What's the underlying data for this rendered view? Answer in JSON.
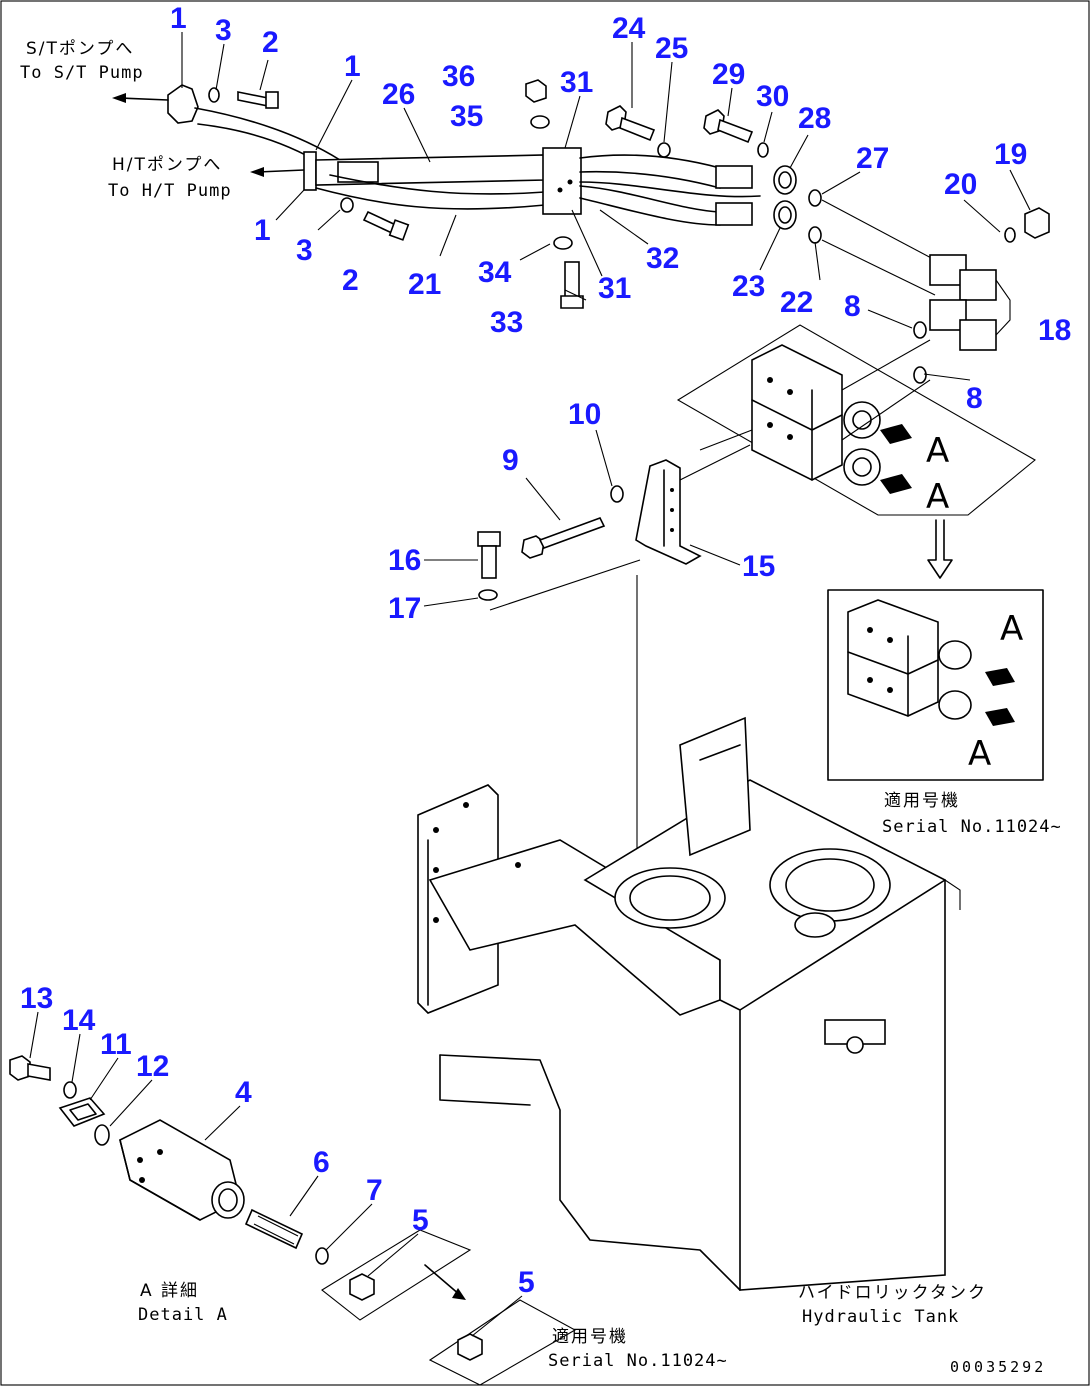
{
  "callouts": [
    {
      "label": "1"
    },
    {
      "label": "3"
    },
    {
      "label": "2"
    },
    {
      "label": "1"
    },
    {
      "label": "26"
    },
    {
      "label": "36"
    },
    {
      "label": "31"
    },
    {
      "label": "35"
    },
    {
      "label": "24"
    },
    {
      "label": "25"
    },
    {
      "label": "29"
    },
    {
      "label": "30"
    },
    {
      "label": "28"
    },
    {
      "label": "27"
    },
    {
      "label": "19"
    },
    {
      "label": "20"
    },
    {
      "label": "1"
    },
    {
      "label": "3"
    },
    {
      "label": "2"
    },
    {
      "label": "21"
    },
    {
      "label": "34"
    },
    {
      "label": "31"
    },
    {
      "label": "32"
    },
    {
      "label": "33"
    },
    {
      "label": "23"
    },
    {
      "label": "22"
    },
    {
      "label": "8"
    },
    {
      "label": "18"
    },
    {
      "label": "8"
    },
    {
      "label": "10"
    },
    {
      "label": "9"
    },
    {
      "label": "16"
    },
    {
      "label": "15"
    },
    {
      "label": "17"
    },
    {
      "label": "13"
    },
    {
      "label": "14"
    },
    {
      "label": "11"
    },
    {
      "label": "12"
    },
    {
      "label": "4"
    },
    {
      "label": "6"
    },
    {
      "label": "7"
    },
    {
      "label": "5"
    },
    {
      "label": "5"
    }
  ],
  "labels": {
    "st_pump_jp": "S/Tポンプへ",
    "st_pump_en": "To S/T Pump",
    "ht_pump_jp": "H/Tポンプへ",
    "ht_pump_en": "To H/T Pump",
    "serial_upper_jp": "適用号機",
    "serial_upper_en": "Serial No.11024~",
    "detail_jp": "A 詳細",
    "detail_en": "Detail A",
    "tank_jp": "ハイドロリックタンク",
    "tank_en": "Hydraulic Tank",
    "serial_lower_jp": "適用号機",
    "serial_lower_en": "Serial No.11024~",
    "view_a": "A",
    "drawing_code": "00035292"
  }
}
